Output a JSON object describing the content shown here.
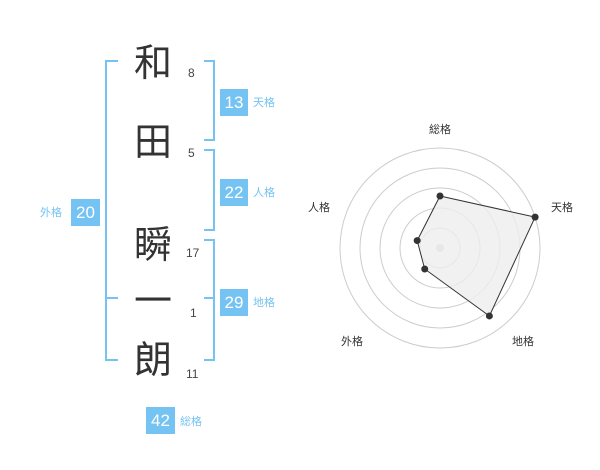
{
  "name": {
    "characters": [
      {
        "char": "和",
        "strokes": "8"
      },
      {
        "char": "田",
        "strokes": "5"
      },
      {
        "char": "瞬",
        "strokes": "17"
      },
      {
        "char": "一",
        "strokes": "1"
      },
      {
        "char": "朗",
        "strokes": "11"
      }
    ]
  },
  "fortunes": {
    "tenkaku": {
      "value": "13",
      "label": "天格"
    },
    "jinkaku": {
      "value": "22",
      "label": "人格"
    },
    "chikaku": {
      "value": "29",
      "label": "地格"
    },
    "gaikaku": {
      "value": "20",
      "label": "外格"
    },
    "soukaku": {
      "value": "42",
      "label": "総格"
    }
  },
  "colors": {
    "accent": "#74c3f2",
    "bracket": "#74c3f2",
    "text": "#333333",
    "radar_fill": "#eeeeee"
  },
  "chart_data": {
    "type": "radar",
    "axes": [
      "総格",
      "天格",
      "地格",
      "外格",
      "人格"
    ],
    "values": [
      2.6,
      5,
      4.2,
      1.3,
      1.2
    ],
    "range": [
      0,
      5
    ],
    "rings": 5
  }
}
